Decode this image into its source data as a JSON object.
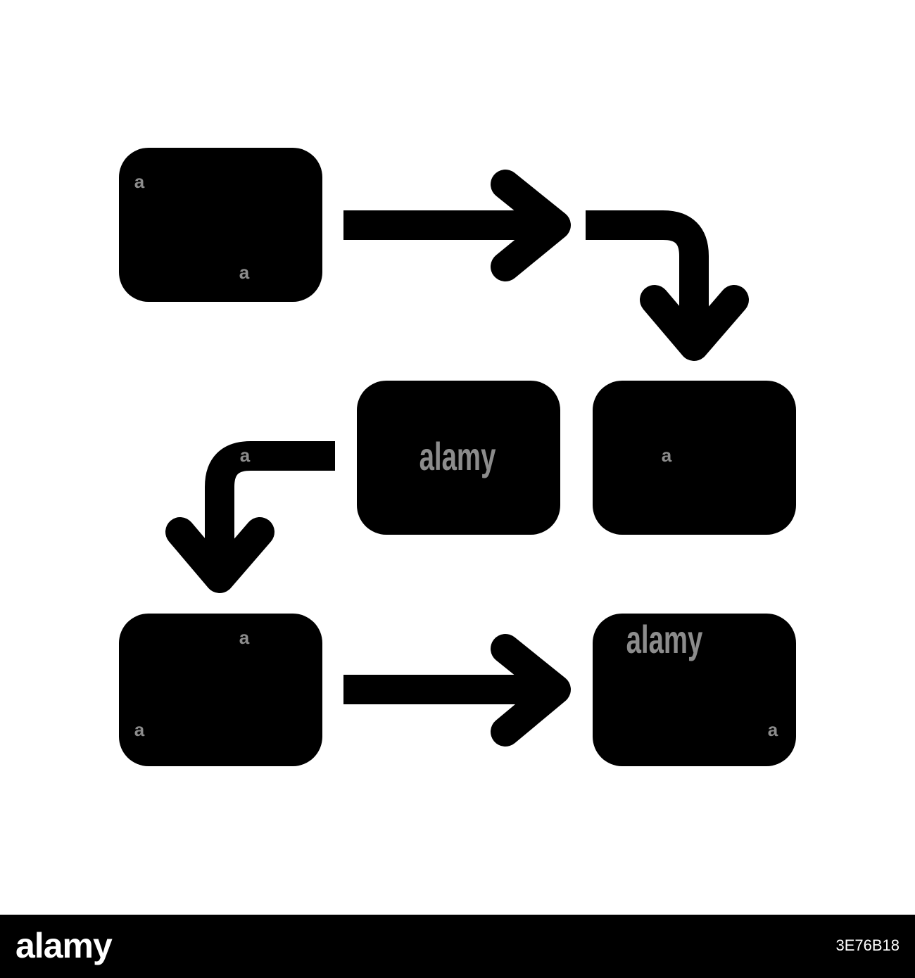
{
  "diagram": {
    "fill_color": "#000000",
    "background_color": "#ffffff",
    "boxes": [
      "box-1",
      "box-2",
      "box-3",
      "box-4",
      "box-5",
      "box-6"
    ],
    "arrows": [
      "arrow-right",
      "arrow-bend-down",
      "arrow-bend-down-left",
      "arrow-right"
    ]
  },
  "watermark": {
    "word": "alamy",
    "letter": "a",
    "color": "#8c8c8c"
  },
  "footer": {
    "logo": "alamy",
    "image_id": "3E76B18"
  }
}
